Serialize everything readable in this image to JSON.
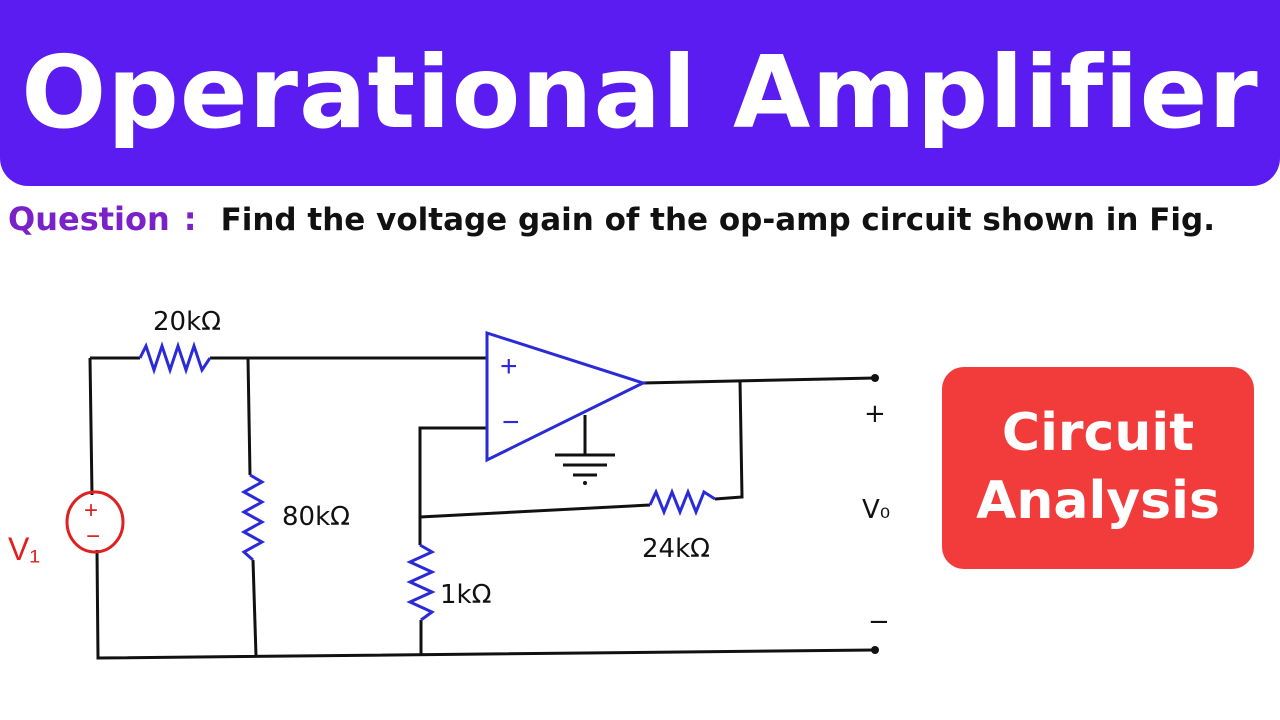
{
  "title": "Operational Amplifier",
  "question": {
    "label": "Question",
    "colon": ":",
    "text": "Find the voltage gain of the op-amp circuit shown in Fig."
  },
  "tag": {
    "line1": "Circuit",
    "line2": "Analysis"
  },
  "circuit": {
    "r_series": "20kΩ",
    "r_shunt": "80kΩ",
    "r_ground": "1kΩ",
    "r_feedback": "24kΩ",
    "source_label": "V₁",
    "source_plus": "+",
    "source_minus": "−",
    "opamp_plus": "+",
    "opamp_minus": "−",
    "out_plus": "+",
    "out_label": "V₀",
    "out_minus": "−"
  },
  "colors": {
    "banner": "#5a1cf0",
    "tag": "#f23b3b",
    "component": "#2a2ad8",
    "source": "#e02020"
  }
}
